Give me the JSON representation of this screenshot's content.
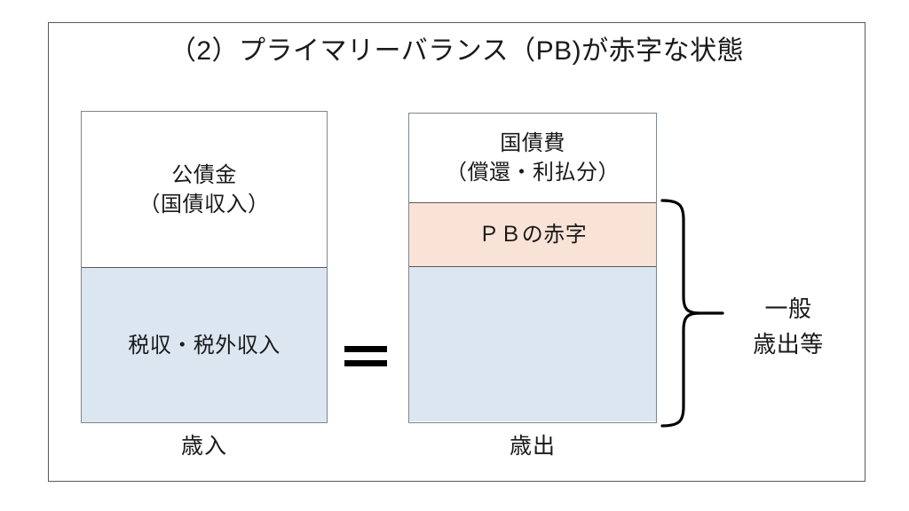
{
  "slide": {
    "title": "（2）プライマリーバランス（PB)が赤字な状態",
    "background_color": "#ffffff",
    "frame_border_color": "#595959"
  },
  "colors": {
    "light_blue": "#dce6f1",
    "peach": "#f9e3d6",
    "white": "#ffffff",
    "bar_border": "#808591",
    "divider": "#595959",
    "text": "#1a1a1a"
  },
  "revenue_bar": {
    "caption": "歳入",
    "segments": [
      {
        "key": "public-bonds",
        "label": "公債金\n（国債収入）",
        "fill": "#ffffff"
      },
      {
        "key": "tax-revenue",
        "label": "税収・税外収入",
        "fill": "#dce6f1"
      }
    ]
  },
  "expenditure_bar": {
    "caption": "歳出",
    "segments": [
      {
        "key": "debt-service",
        "label": "国債費\n（償還・利払分）",
        "fill": "#ffffff"
      },
      {
        "key": "pb-deficit",
        "label": "ＰＢの赤字",
        "fill": "#f9e3d6"
      },
      {
        "key": "general-spending",
        "label": "",
        "fill": "#dce6f1"
      }
    ]
  },
  "equals_sign": {
    "symbol": "="
  },
  "brace_annotation": {
    "label": "一般\n歳出等",
    "icon": "curly-brace-icon"
  }
}
